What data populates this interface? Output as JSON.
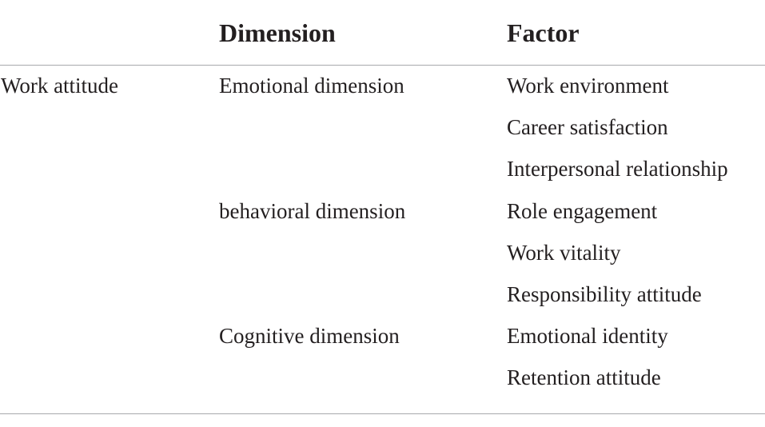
{
  "table": {
    "headers": [
      "",
      "Dimension",
      "Factor"
    ],
    "rows": [
      [
        "Work attitude",
        "Emotional dimension",
        "Work environment"
      ],
      [
        "",
        "",
        "Career satisfaction"
      ],
      [
        "",
        "",
        "Interpersonal relationship"
      ],
      [
        "",
        "behavioral dimension",
        "Role engagement"
      ],
      [
        "",
        "",
        "Work vitality"
      ],
      [
        "",
        "",
        "Responsibility attitude"
      ],
      [
        "",
        "Cognitive dimension",
        "Emotional identity"
      ],
      [
        "",
        "",
        "Retention attitude"
      ]
    ]
  }
}
